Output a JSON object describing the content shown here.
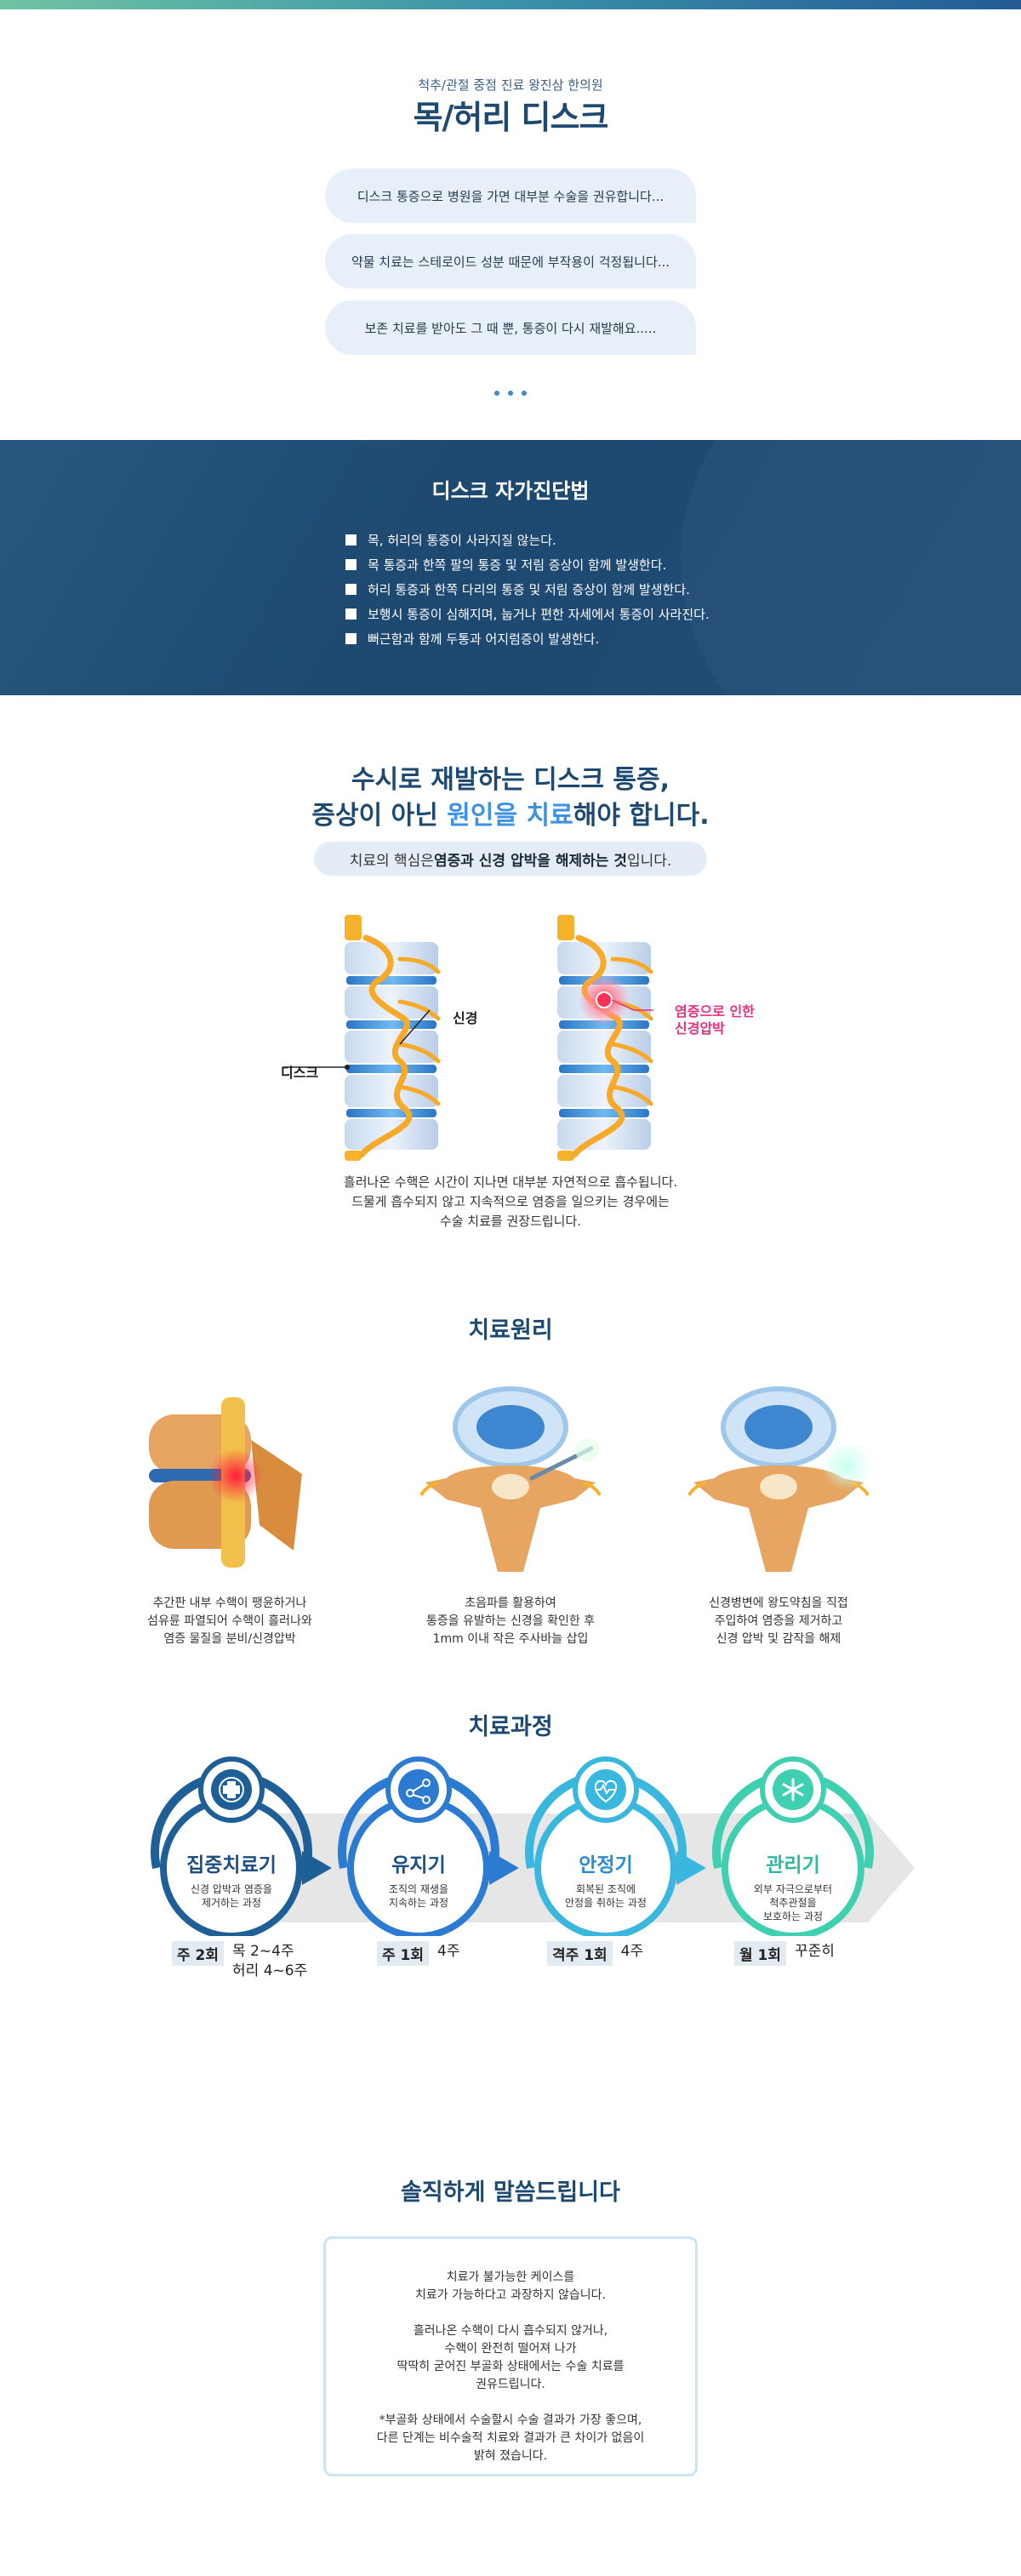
{
  "intro": {
    "subtitle": "척추/관절 중점 진료 왕진삼 한의원",
    "title": "목/허리 디스크",
    "bubbles": [
      "디스크 통증으로 병원을 가면 대부분 수술을 권유합니다...",
      "약물 치료는 스테로이드 성분 때문에 부작용이 걱정됩니다...",
      "보존 치료를 받아도 그 때 뿐, 통증이 다시 재발해요....."
    ]
  },
  "selfcheck": {
    "title": "디스크 자가진단법",
    "items": [
      "목, 허리의 통증이 사라지질 않는다.",
      "목 통증과 한쪽 팔의 통증 및 저림 증상이 함께 발생한다.",
      "허리 통증과 한쪽 다리의 통증 및 저림 증상이 함께 발생한다.",
      "보행시 통증이 심해지며, 눕거나 편한 자세에서 통증이 사라진다.",
      "뻐근함과 함께 두통과 어지럼증이 발생한다."
    ]
  },
  "cause": {
    "line1": "수시로 재발하는 디스크 통증,",
    "line2_pre": "증상이 아닌 ",
    "line2_hl": "원인을 치료",
    "line2_post": "해야 합니다.",
    "pill_pre": "치료의 핵심은 ",
    "pill_bold": "염증과 신경 압박을 해제하는 것",
    "pill_post": "입니다.",
    "label_disc": "디스크",
    "label_nerve": "신경",
    "label_inflam_1": "염증으로 인한",
    "label_inflam_2": "신경압박",
    "desc": [
      "흘러나온 수핵은 시간이 지나면 대부분 자연적으로 흡수됩니다.",
      "드물게 흡수되지 않고 지속적으로 염증을 일으키는 경우에는",
      "수술 치료를 권장드립니다."
    ]
  },
  "principle": {
    "title": "치료원리",
    "items": [
      {
        "lines": [
          "추간판 내부 수핵이 팽윤하거나",
          "섬유륜 파열되어 수핵이 흘러나와",
          "염증 물질을 분비/신경압박"
        ]
      },
      {
        "lines": [
          "초음파를 활용하여",
          "통증을 유발하는 신경을 확인한 후",
          "1mm 이내 작은 주사바늘 삽입"
        ]
      },
      {
        "lines": [
          "신경병변에 왕도약침을 직접",
          "주입하여 염증을 제거하고",
          "신경 압박 및 감작을 해제"
        ]
      }
    ]
  },
  "process": {
    "title": "치료과정",
    "colors": [
      "#1f5f97",
      "#2b7bd3",
      "#3ab7df",
      "#3fcfb1"
    ],
    "icons": [
      "plus-cross-icon",
      "molecule-icon",
      "heart-pulse-icon",
      "asterisk-icon"
    ],
    "stages": [
      {
        "name": "집중치료기",
        "desc": [
          "신경 압박과 염증을",
          "제거하는 과정"
        ],
        "tag": "주 2회",
        "val": [
          "목 2~4주",
          "허리 4~6주"
        ]
      },
      {
        "name": "유지기",
        "desc": [
          "조직의 재생을",
          "지속하는 과정"
        ],
        "tag": "주 1회",
        "val": [
          "4주"
        ]
      },
      {
        "name": "안정기",
        "desc": [
          "회복된 조직에",
          "안정을 취하는 과정"
        ],
        "tag": "격주 1회",
        "val": [
          "4주"
        ]
      },
      {
        "name": "관리기",
        "desc": [
          "외부 자극으로부터",
          "척추관절을",
          "보호하는 과정"
        ],
        "tag": "월 1회",
        "val": [
          "꾸준히"
        ]
      }
    ]
  },
  "honest": {
    "title": "솔직하게 말씀드립니다",
    "paras": [
      [
        "치료가 불가능한 케이스를",
        "치료가 가능하다고 과장하지 않습니다."
      ],
      [
        "흘러나온 수핵이 다시 흡수되지 않거나,",
        "수핵이 완전히 떨어져 나가",
        "딱딱히 굳어진 부골화 상태에서는 수술 치료를",
        "권유드립니다."
      ],
      [
        "*부골화 상태에서 수술할시 수술 결과가 가장 좋으며,",
        "다른 단계는 비수술적 치료와 결과가 큰 차이가 없음이",
        "밝혀 졌습니다."
      ]
    ]
  }
}
